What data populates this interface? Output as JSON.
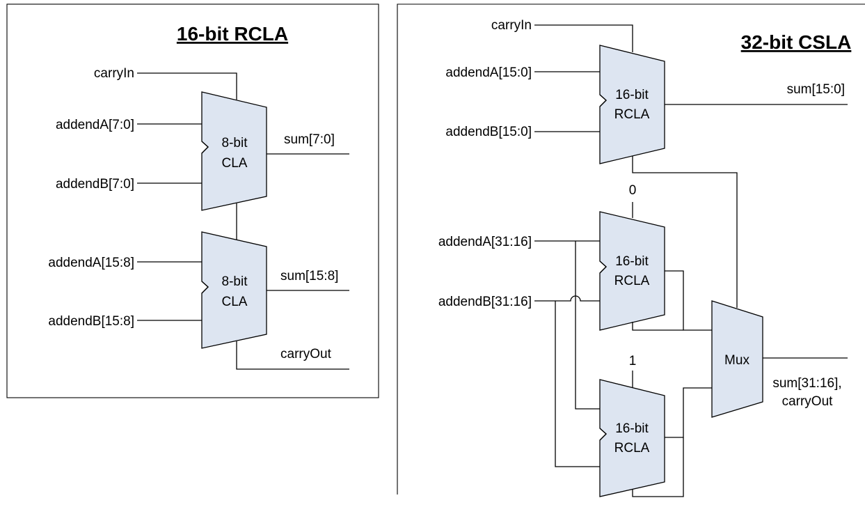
{
  "left_panel": {
    "title": "16-bit RCLA",
    "carry_in": "carryIn",
    "adder1": {
      "line1": "8-bit",
      "line2": "CLA",
      "in_a": "addendA[7:0]",
      "in_b": "addendB[7:0]",
      "out": "sum[7:0]"
    },
    "adder2": {
      "line1": "8-bit",
      "line2": "CLA",
      "in_a": "addendA[15:8]",
      "in_b": "addendB[15:8]",
      "out": "sum[15:8]"
    },
    "carry_out": "carryOut"
  },
  "right_panel": {
    "title": "32-bit CSLA",
    "carry_in": "carryIn",
    "low_adder": {
      "line1": "16-bit",
      "line2": "RCLA",
      "in_a": "addendA[15:0]",
      "in_b": "addendB[15:0]",
      "out": "sum[15:0]"
    },
    "high_adder_0": {
      "line1": "16-bit",
      "line2": "RCLA",
      "const_in": "0"
    },
    "high_adder_1": {
      "line1": "16-bit",
      "line2": "RCLA",
      "const_in": "1"
    },
    "high_in_a": "addendA[31:16]",
    "high_in_b": "addendB[31:16]",
    "mux": "Mux",
    "out_line1": "sum[31:16],",
    "out_line2": "carryOut"
  },
  "colors": {
    "block_fill": "#dde5f1",
    "line": "#000000"
  }
}
